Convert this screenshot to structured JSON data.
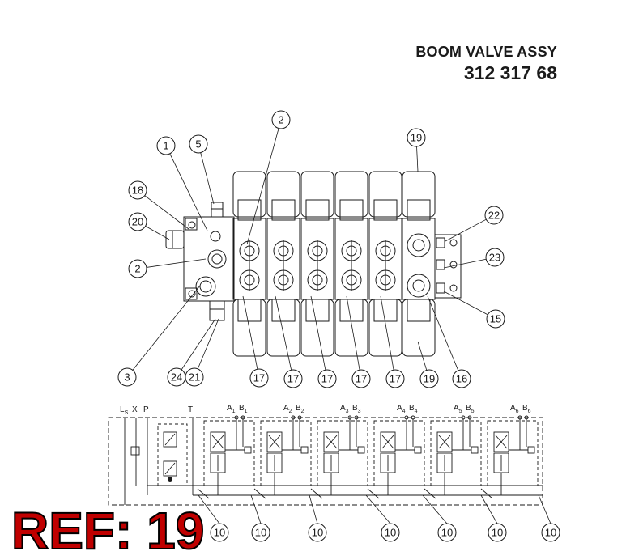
{
  "title": "BOOM VALVE ASSY",
  "part_number": "312 317 68",
  "ref_label": "REF: 19",
  "callouts": [
    "1",
    "5",
    "2",
    "19",
    "18",
    "20",
    "2",
    "22",
    "23",
    "15",
    "3",
    "24",
    "21",
    "17",
    "17",
    "17",
    "17",
    "17",
    "19",
    "16"
  ],
  "schematic_callouts": [
    "10",
    "10",
    "10",
    "10",
    "10",
    "10",
    "10"
  ],
  "port_labels": {
    "ls": "L",
    "ls_sub": "S",
    "x": "X",
    "p": "P",
    "t": "T",
    "sections": [
      {
        "a": "A",
        "a_sub": "1",
        "b": "B",
        "b_sub": "1"
      },
      {
        "a": "A",
        "a_sub": "2",
        "b": "B",
        "b_sub": "2"
      },
      {
        "a": "A",
        "a_sub": "3",
        "b": "B",
        "b_sub": "3"
      },
      {
        "a": "A",
        "a_sub": "4",
        "b": "B",
        "b_sub": "4"
      },
      {
        "a": "A",
        "a_sub": "5",
        "b": "B",
        "b_sub": "5"
      },
      {
        "a": "A",
        "a_sub": "6",
        "b": "B",
        "b_sub": "6"
      }
    ]
  },
  "colors": {
    "ink": "#1a1a1a",
    "ref_red": "#c00000"
  }
}
